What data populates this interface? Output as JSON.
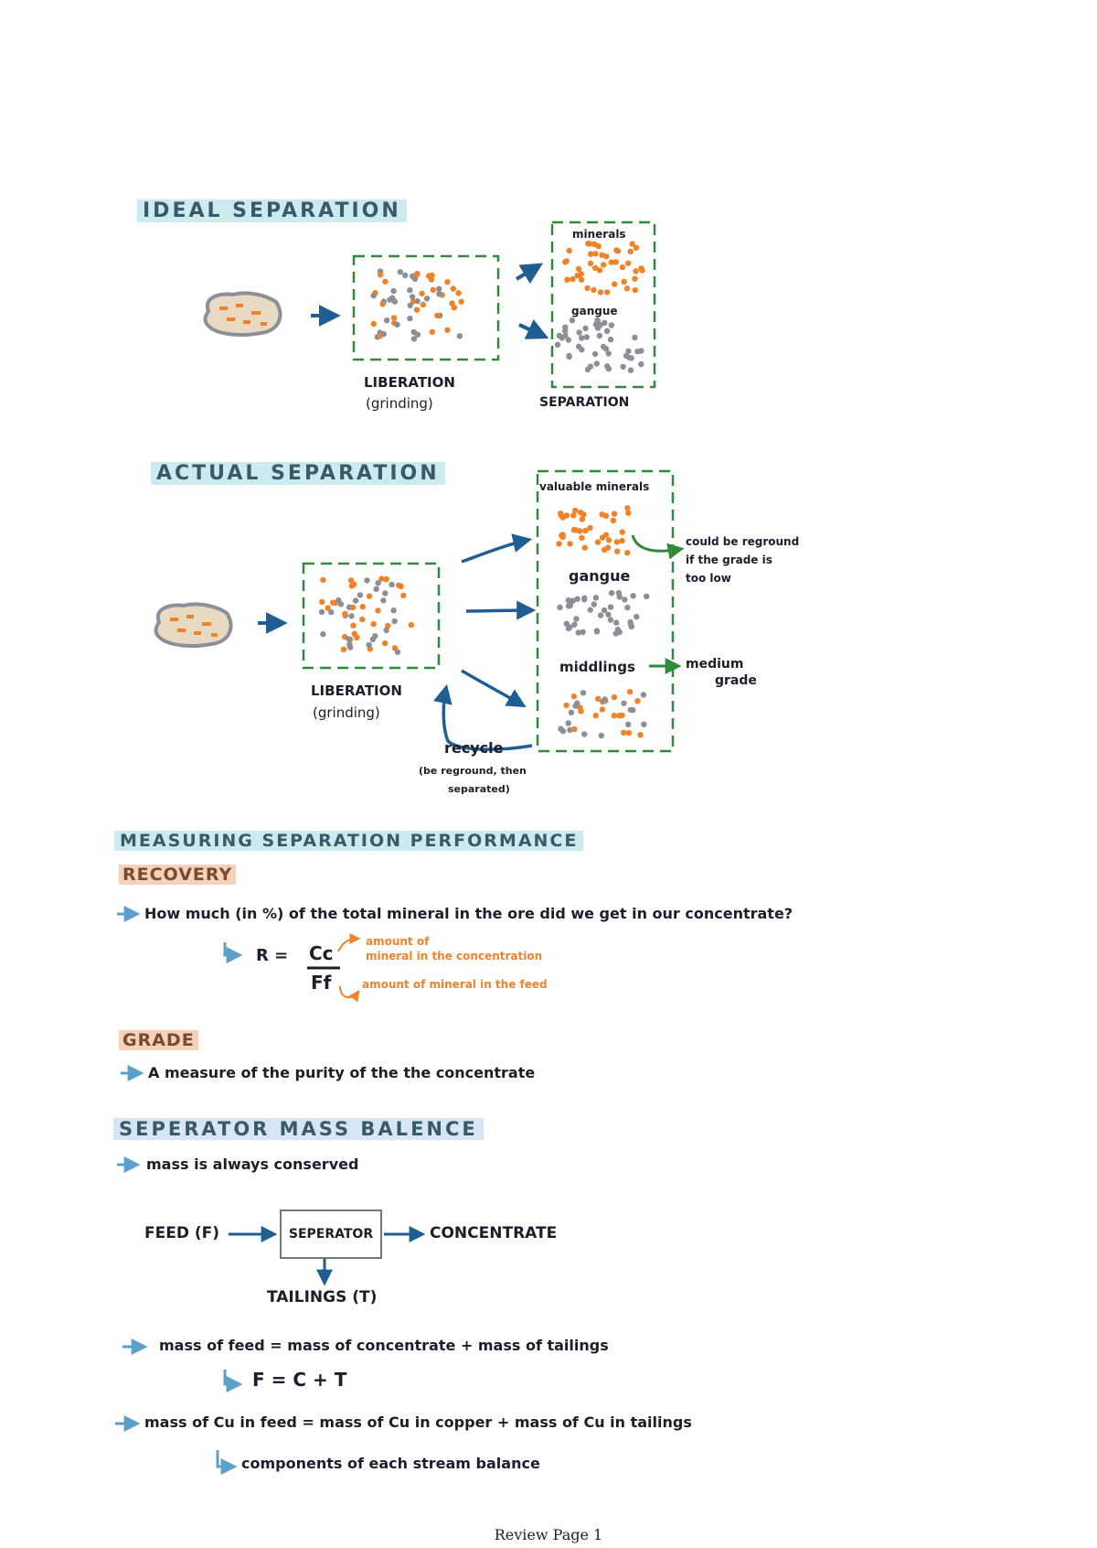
{
  "ideal": {
    "title": "IDEAL SEPARATION",
    "liberation": "LIBERATION",
    "grinding": "(grinding)",
    "separation": "SEPARATION",
    "minerals": "minerals",
    "gangue": "gangue"
  },
  "actual": {
    "title": "ACTUAL SEPARATION",
    "valuable": "valuable minerals",
    "gangue": "gangue",
    "middlings": "middlings",
    "reground_1": "could be reground",
    "reground_2": "if the grade is",
    "reground_3": "too low",
    "medium_1": "medium",
    "medium_2": "grade",
    "liberation": "LIBERATION",
    "grinding": "(grinding)",
    "recycle": "recycle",
    "recycle_note_1": "(be reground, then",
    "recycle_note_2": "separated)"
  },
  "measuring": {
    "title": "MEASURING SEPARATION PERFORMANCE",
    "recovery": "RECOVERY",
    "recovery_desc": "How much (in %) of the total mineral in the ore did we get in our concentrate?",
    "formula_lhs": "R =",
    "numerator": "Cc",
    "denominator": "Ff",
    "note_num_1": "amount of",
    "note_num_2": "mineral in the concentration",
    "note_den": "amount of mineral in the feed",
    "grade": "GRADE",
    "grade_desc": "A measure of the purity of the the concentrate"
  },
  "balance": {
    "title": "SEPERATOR MASS BALENCE",
    "line1": "mass is always conserved",
    "feed": "FEED (F)",
    "separator": "SEPERATOR",
    "concentrate": "CONCENTRATE",
    "tailings": "TAILINGS (T)",
    "line2": "mass of feed = mass of concentrate + mass of tailings",
    "formula": "F = C + T",
    "line3": "mass of Cu in feed = mass of Cu in copper + mass of Cu in tailings",
    "line4": "components of each stream balance"
  },
  "footer": "Review Page 1",
  "colors": {
    "orange": "#f0832a",
    "gray": "#8a8f98",
    "green": "#2f8a3a",
    "blue": "#1f5e93"
  }
}
